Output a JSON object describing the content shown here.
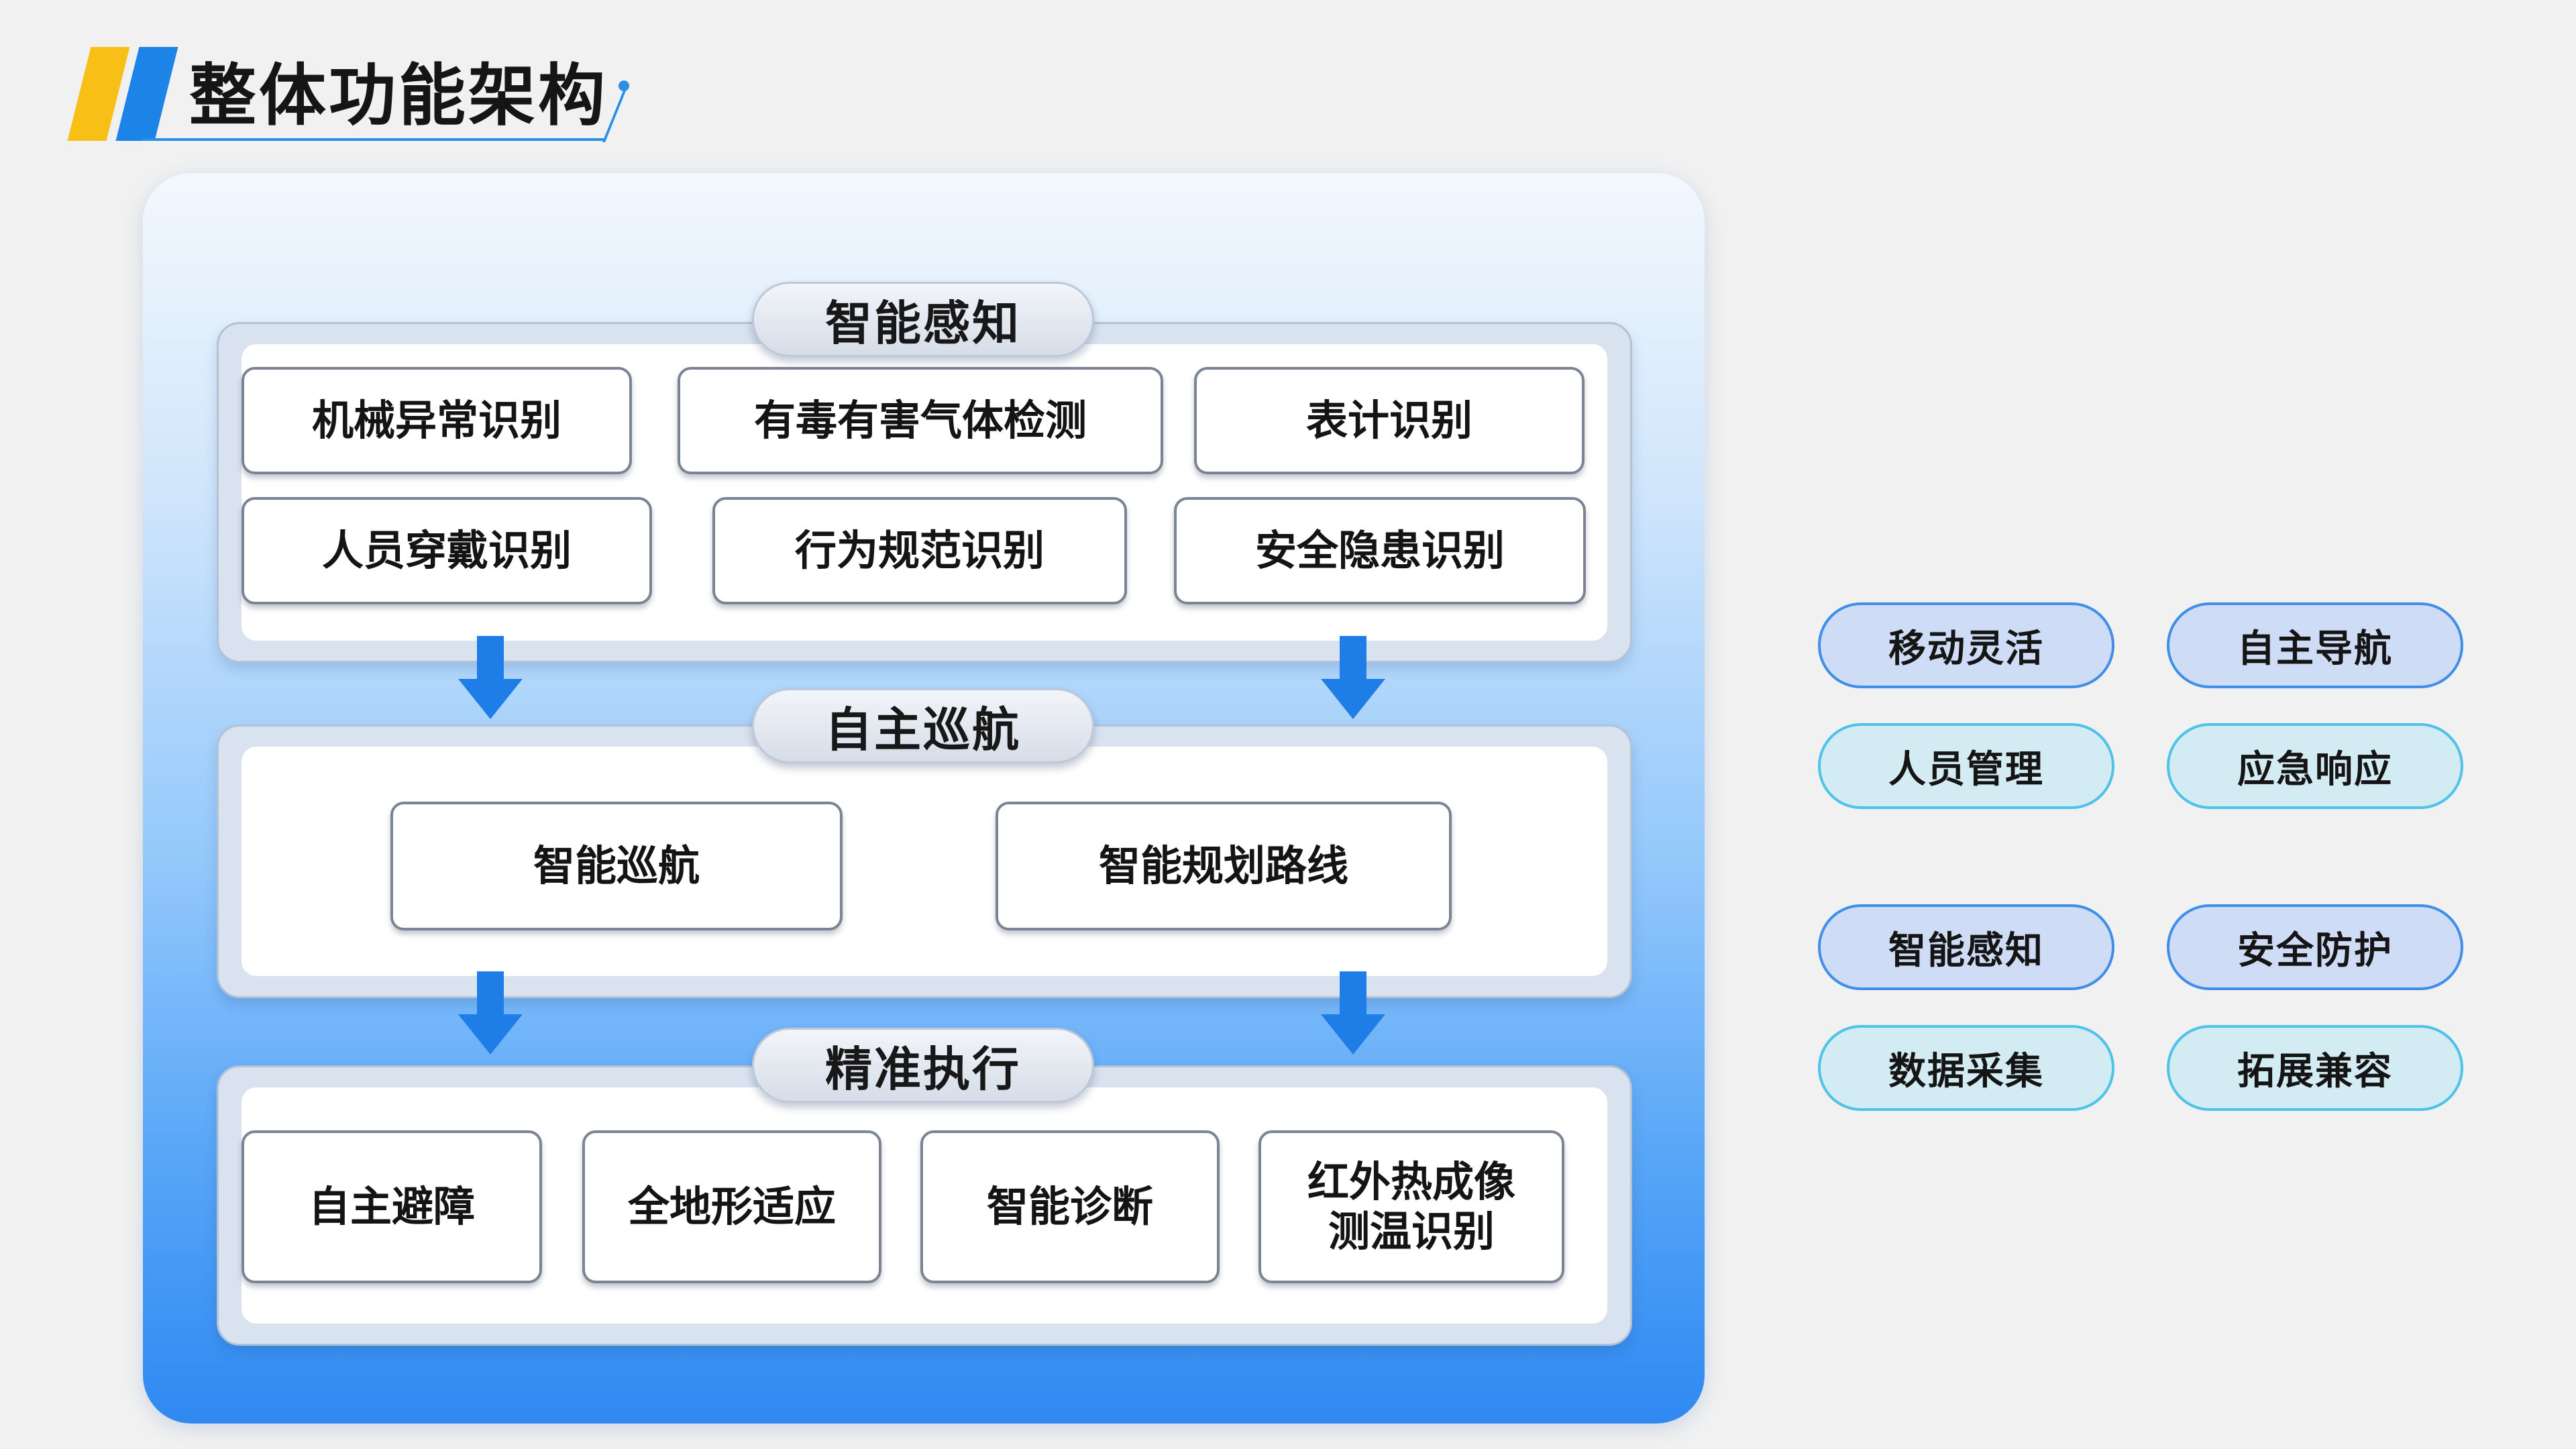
{
  "header": {
    "title": "整体功能架构"
  },
  "sections": [
    {
      "title": "智能感知",
      "items": [
        "机械异常识别",
        "有毒有害气体检测",
        "表计识别",
        "人员穿戴识别",
        "行为规范识别",
        "安全隐患识别"
      ]
    },
    {
      "title": "自主巡航",
      "items": [
        "智能巡航",
        "智能规划路线"
      ]
    },
    {
      "title": "精准执行",
      "items": [
        "自主避障",
        "全地形适应",
        "智能诊断",
        "红外热成像",
        "测温识别"
      ]
    }
  ],
  "tags": [
    "移动灵活",
    "自主导航",
    "人员管理",
    "应急响应",
    "智能感知",
    "安全防护",
    "数据采集",
    "拓展兼容"
  ],
  "colors": {
    "accent_yellow": "#f8bf16",
    "accent_blue": "#1c84e6",
    "arrow_blue": "#1f7de8",
    "tag_blue_border": "#3f8ee8",
    "tag_cyan_border": "#4ec2e8"
  }
}
